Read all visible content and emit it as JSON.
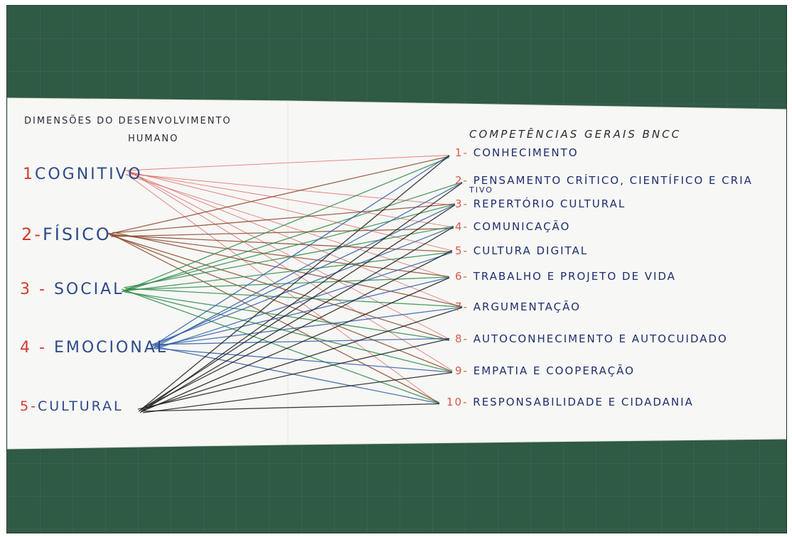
{
  "left_header": {
    "line1": "DIMENSÕES DO DESENVOLVIMENTO",
    "line2": "HUMANO"
  },
  "right_header": "COMPETÊNCIAS GERAIS BNCC",
  "dimensions": [
    {
      "num": "1",
      "label": "COGNITIVO",
      "color": "#d9534f"
    },
    {
      "num": "2-",
      "label": "FÍSICO",
      "color": "#8b4a2b"
    },
    {
      "num": "3 -",
      "label": "SOCIAL",
      "color": "#2e8b4a"
    },
    {
      "num": "4 -",
      "label": "EMOCIONAL",
      "color": "#2f5fa8"
    },
    {
      "num": "5-",
      "label": "CULTURAL",
      "color": "#1a1a1a"
    }
  ],
  "competencies": [
    {
      "num": "1-",
      "label": "CONHECIMENTO"
    },
    {
      "num": "2-",
      "label": "PENSAMENTO CRÍTICO, CIENTÍFICO E CRIA",
      "continuation": "TIVO"
    },
    {
      "num": "3-",
      "label": "REPERTÓRIO CULTURAL"
    },
    {
      "num": "4-",
      "label": "COMUNICAÇÃO"
    },
    {
      "num": "5-",
      "label": "CULTURA DIGITAL"
    },
    {
      "num": "6-",
      "label": "TRABALHO E PROJETO DE VIDA"
    },
    {
      "num": "7-",
      "label": "ARGUMENTAÇÃO"
    },
    {
      "num": "8-",
      "label": "AUTOCONHECIMENTO E AUTOCUIDADO"
    },
    {
      "num": "9-",
      "label": "EMPATIA E COOPERAÇÃO"
    },
    {
      "num": "10-",
      "label": "RESPONSABILIDADE E CIDADANIA"
    }
  ],
  "colors": {
    "board": "#2f5a44",
    "paper": "#f7f7f5",
    "cognitivo": "#d9534f",
    "fisico": "#8b4a2b",
    "social": "#2e8b4a",
    "emocional": "#2f5fa8",
    "cultural": "#1a1a1a"
  }
}
